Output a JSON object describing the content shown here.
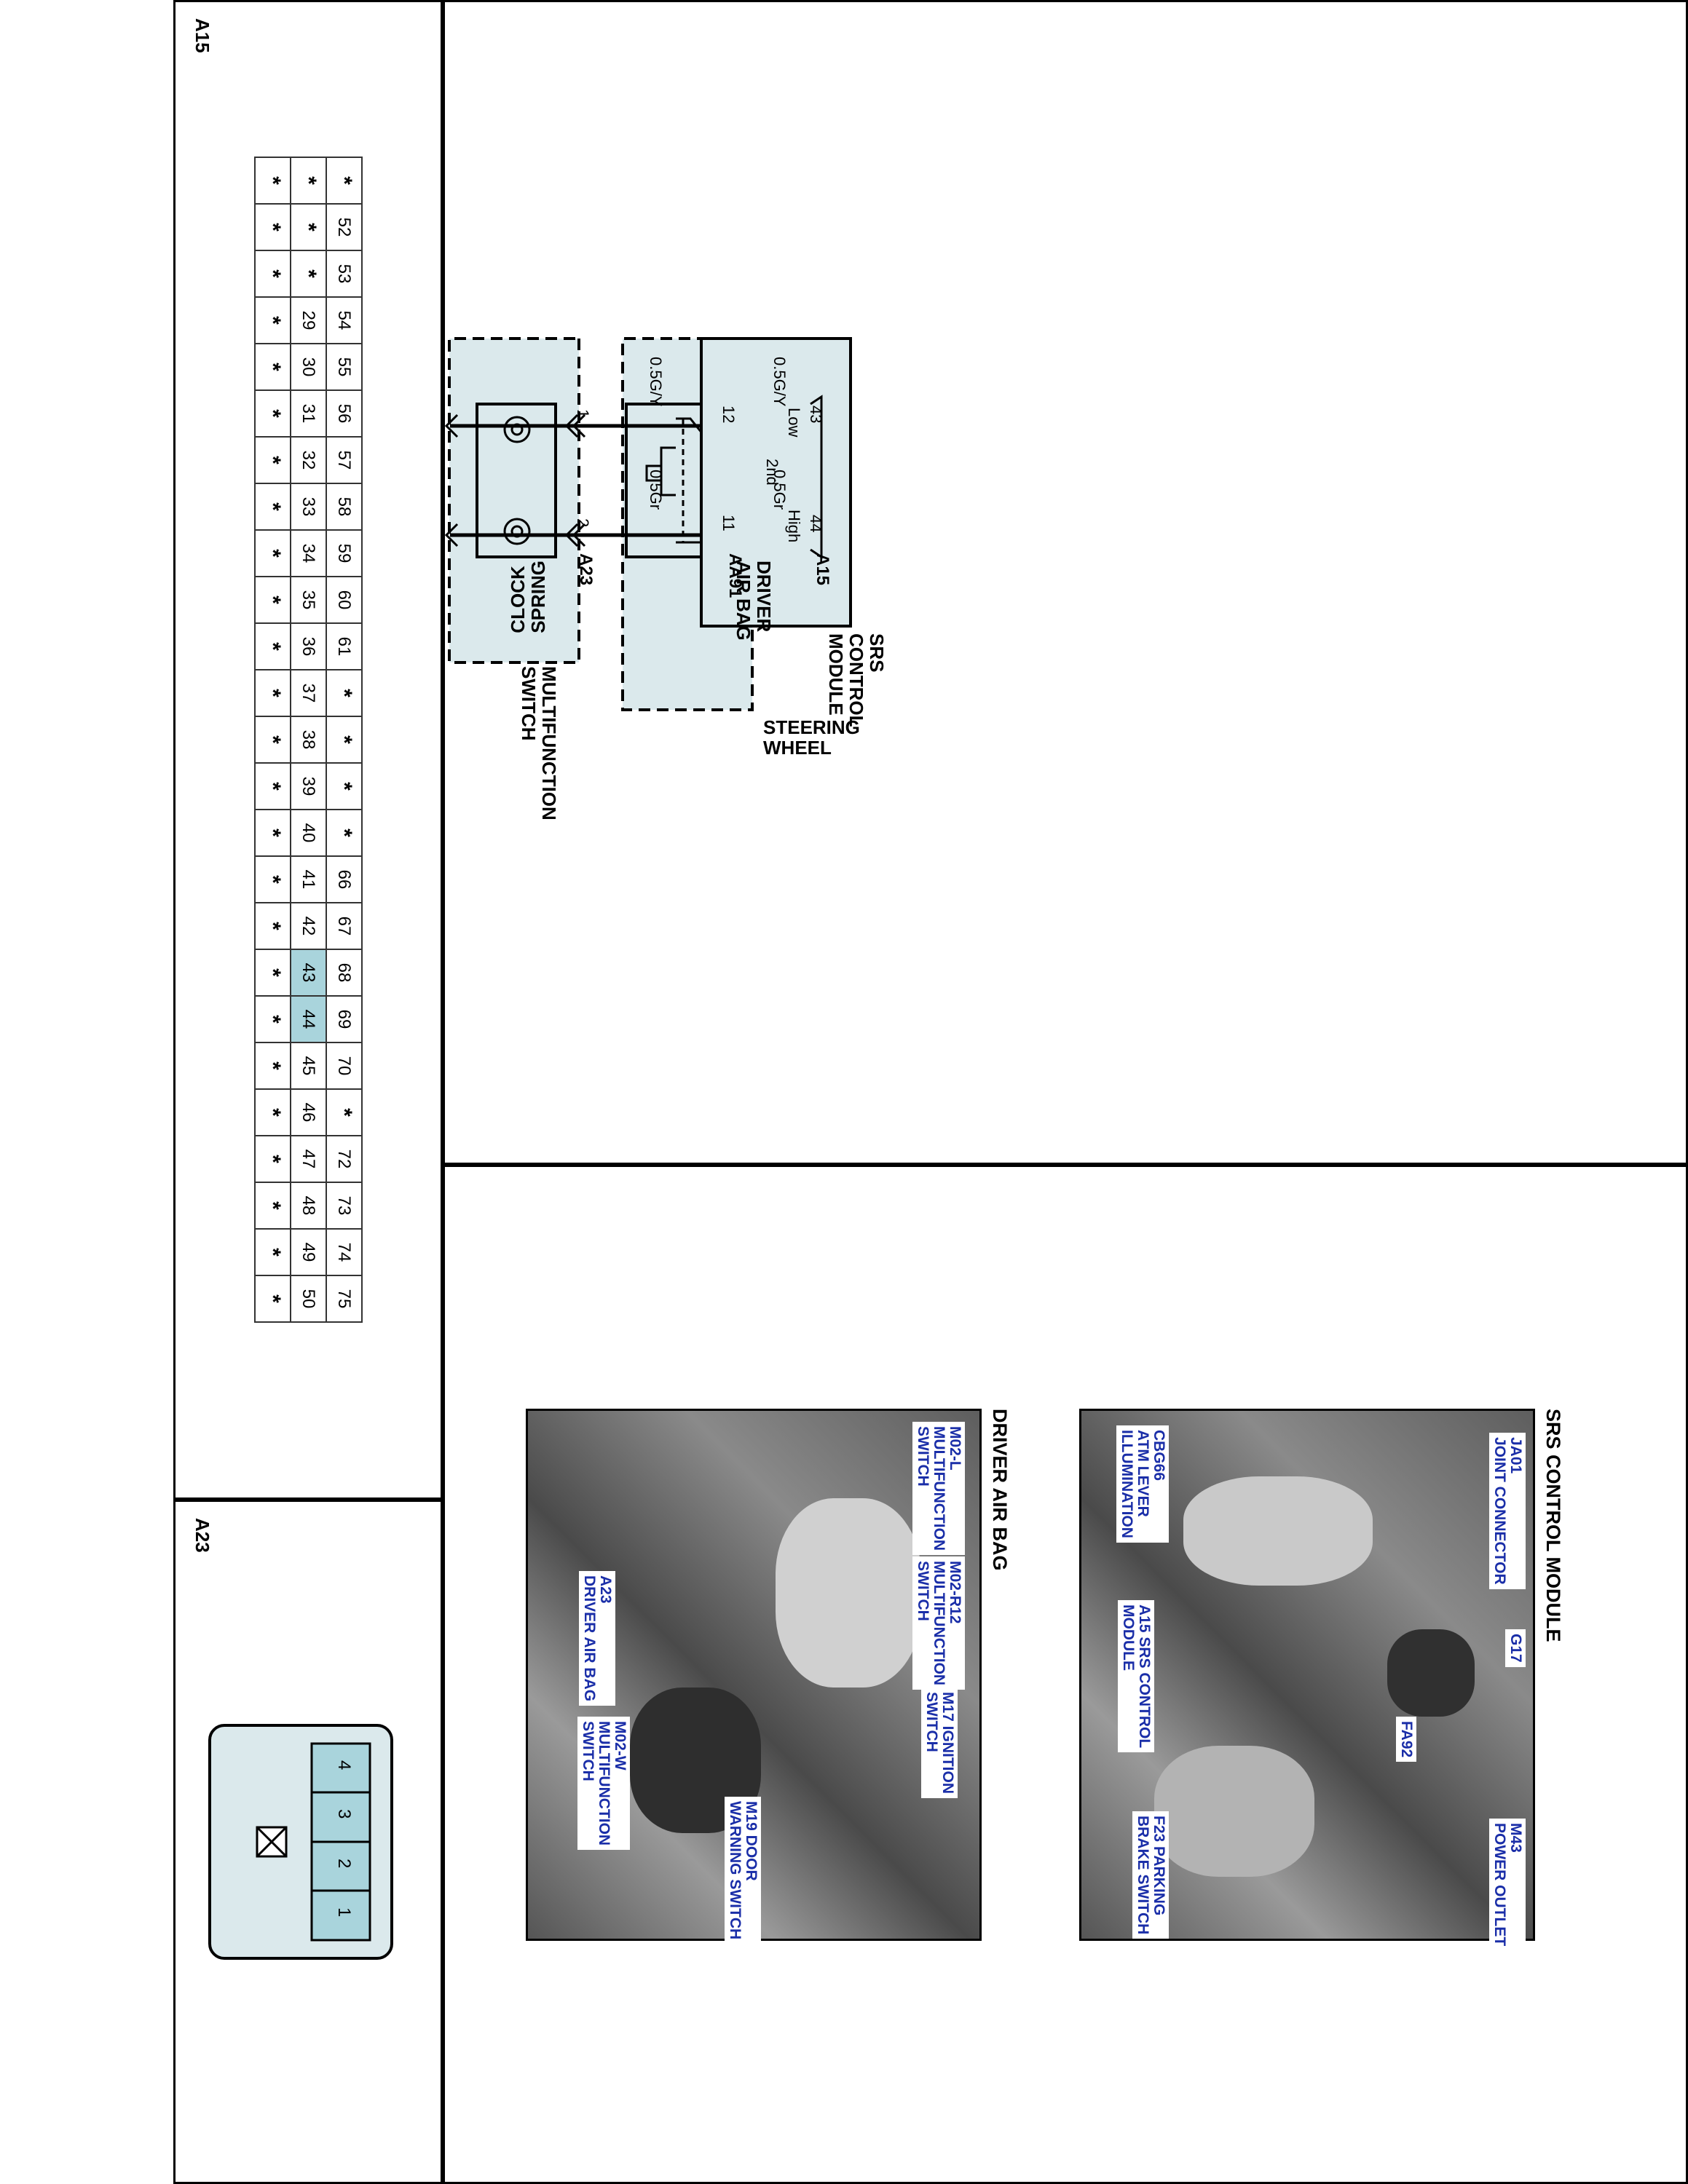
{
  "labels": {
    "connector_a15": "A15",
    "connector_a23": "A23",
    "connector_aa91": "AA91",
    "steering_wheel": "STEERING\nWHEEL",
    "driver_air_bag": "DRIVER\nAIR BAG",
    "clock_spring": "CLOCK\nSPRING",
    "multifunction_switch": "MULTIFUNCTION\nSWITCH",
    "srs_control_module": "SRS\nCONTROL\nMODULE",
    "low": "Low",
    "high": "High",
    "second": "2nd"
  },
  "wires": [
    {
      "pin_a23": "1",
      "pin_aa91": "12",
      "pin_a15": "43",
      "color_upper": "0.5G/Y",
      "color_lower": "0.5G/Y"
    },
    {
      "pin_a23": "2",
      "pin_aa91": "11",
      "pin_a15": "44",
      "color_upper": "0.5Gr",
      "color_lower": "0.5Gr"
    }
  ],
  "photos": {
    "srs": {
      "title": "SRS CONTROL MODULE",
      "callouts": [
        "JA01\nJOINT CONNECTOR",
        "CBG66\nATM LEVER\nILLUMINATION",
        "G17",
        "FA92",
        "A15 SRS CONTROL\nMODULE",
        "M43\nPOWER OUTLET",
        "F23 PARKING\nBRAKE SWITCH"
      ]
    },
    "airbag": {
      "title": "DRIVER AIR BAG",
      "callouts": [
        "M02-L\nMULTIFUNCTION\nSWITCH",
        "M02-R12\nMULTIFUNCTION\nSWITCH",
        "M17 IGNITION\nSWITCH",
        "A23\nDRIVER AIR BAG",
        "M02-W\nMULTIFUNCTION\nSWITCH",
        "M19 DOOR\nWARNING SWITCH"
      ]
    }
  },
  "a15_grid": {
    "rows": [
      [
        "*",
        "52",
        "53",
        "54",
        "55",
        "56",
        "57",
        "58",
        "59",
        "60",
        "61",
        "*",
        "*",
        "*",
        "*",
        "66",
        "67",
        "68",
        "69",
        "70",
        "*",
        "72",
        "73",
        "74",
        "75"
      ],
      [
        "*",
        "*",
        "*",
        "29",
        "30",
        "31",
        "32",
        "33",
        "34",
        "35",
        "36",
        "37",
        "38",
        "39",
        "40",
        "41",
        "42",
        "43",
        "44",
        "45",
        "46",
        "47",
        "48",
        "49",
        "50"
      ],
      [
        "*",
        "*",
        "*",
        "*",
        "*",
        "*",
        "*",
        "*",
        "*",
        "*",
        "*",
        "*",
        "*",
        "*",
        "*",
        "*",
        "*",
        "*",
        "*",
        "*",
        "*",
        "*",
        "*",
        "*",
        "*"
      ]
    ],
    "highlight": [
      "43",
      "44"
    ]
  },
  "a23_pins": [
    "4",
    "3",
    "2",
    "1"
  ],
  "colors": {
    "highlight": "#a9d4dc",
    "callout_text": "#1a2ea8",
    "box_fill": "#dbe9ec"
  }
}
